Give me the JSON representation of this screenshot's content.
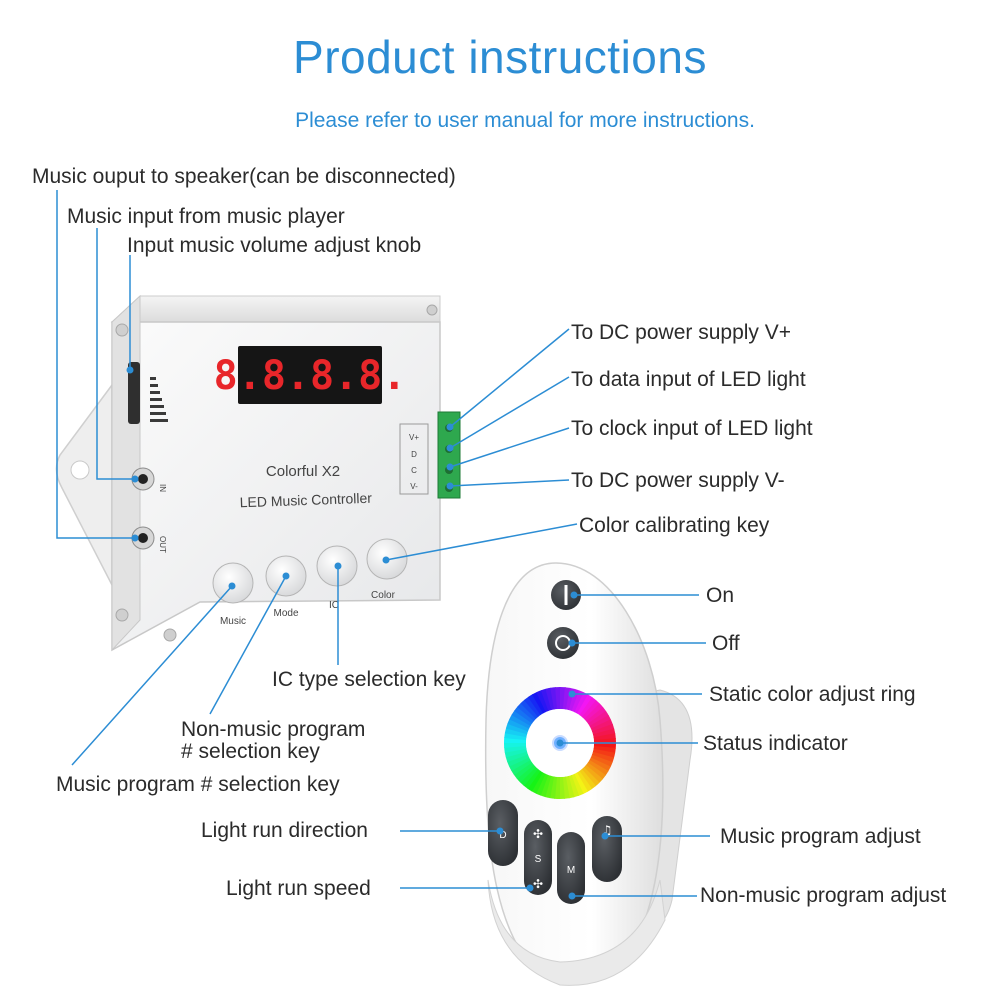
{
  "header": {
    "title": "Product instructions",
    "subtitle": "Please refer to user manual for more instructions."
  },
  "controller": {
    "display_digits": "8.8.8.8.",
    "brand": "Colorful  X2",
    "model": "LED Music Controller",
    "ports": [
      "V+",
      "D",
      "C",
      "V-"
    ],
    "jack_in": "IN",
    "jack_out": "OUT",
    "buttons": [
      "Music",
      "Mode",
      "IC",
      "Color"
    ]
  },
  "remote": {
    "key_d": "D",
    "key_s": "S",
    "key_m": "M"
  },
  "labels": {
    "music_output": "Music ouput to speaker(can be disconnected)",
    "music_input": "Music input from music player",
    "volume_knob": "Input music volume adjust knob",
    "dc_plus": "To DC power supply V+",
    "data_input": "To data input of LED light",
    "clock_input": "To clock input of LED light",
    "dc_minus": "To DC power supply V-",
    "color_key": "Color calibrating key",
    "on": "On",
    "off": "Off",
    "ic_key": "IC type selection key",
    "static_ring": "Static color adjust ring",
    "non_music_key_1": "Non-music program",
    "non_music_key_2": "# selection key",
    "status_indicator": "Status indicator",
    "music_program_key": "Music program # selection key",
    "light_direction": "Light run direction",
    "music_adjust": "Music program adjust",
    "light_speed": "Light run speed",
    "non_music_adjust": "Non-music program adjust"
  },
  "colors": {
    "accent": "#2c8dd4",
    "text": "#2b2b2b",
    "display_red": "#e8262a",
    "terminal_green": "#2ea84e"
  }
}
